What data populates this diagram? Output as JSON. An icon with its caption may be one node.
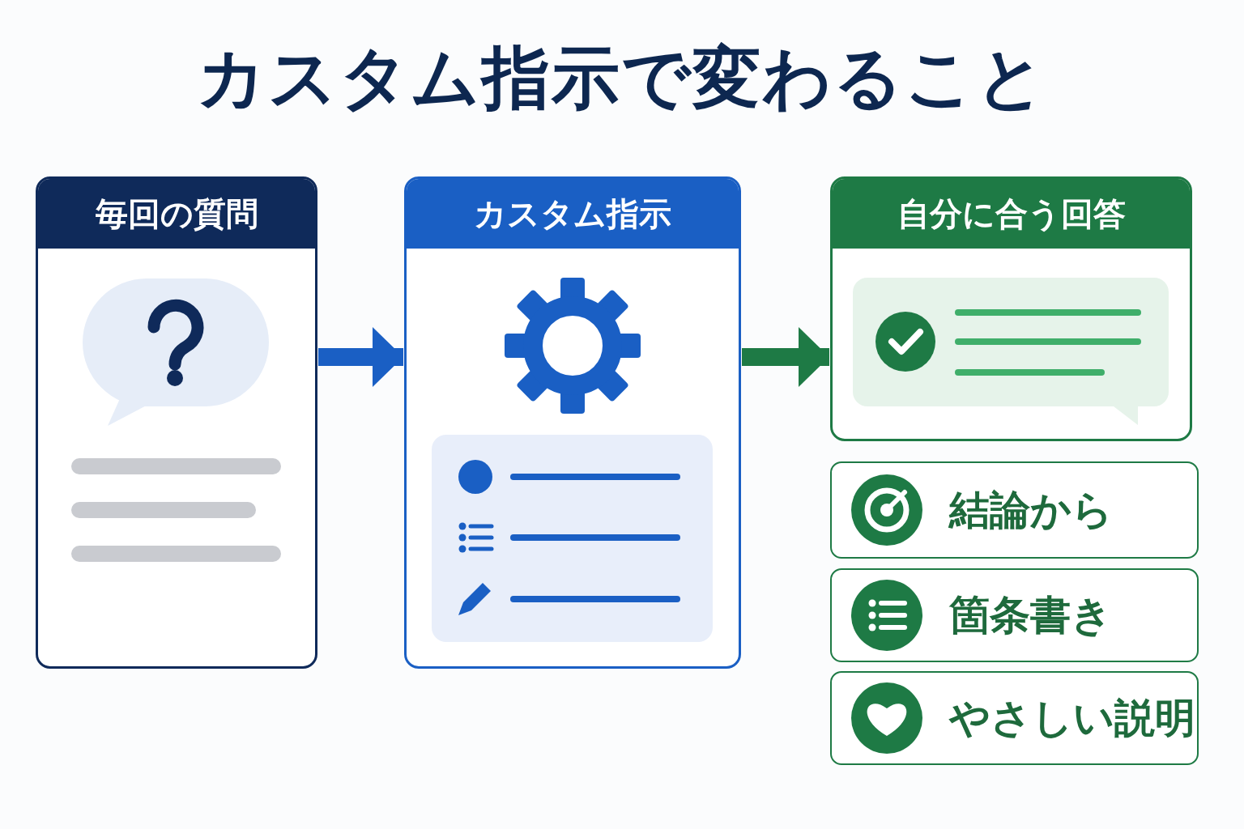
{
  "diagram": {
    "title": "カスタム指示で変わること",
    "nodes": [
      {
        "text": [
          "毎回の質問"
        ]
      },
      {
        "text": [
          "カスタム指示"
        ]
      },
      {
        "text": [
          "自分に合う回答"
        ]
      },
      {
        "text": [
          "結論から"
        ]
      },
      {
        "text": [
          "箇条書き"
        ]
      },
      {
        "text": [
          "やさしい説明"
        ]
      }
    ],
    "edges": [
      {
        "from": 0,
        "to": 1,
        "arrow": "to",
        "color": "#1a5fc4"
      },
      {
        "from": 1,
        "to": 2,
        "arrow": "to",
        "color": "#1e7a45"
      }
    ]
  }
}
